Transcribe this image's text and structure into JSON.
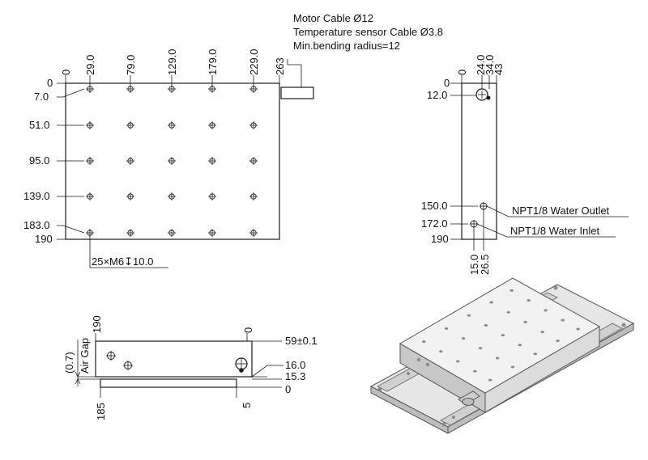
{
  "top_view": {
    "notes": [
      "Motor Cable Ø12",
      "Temperature sensor Cable Ø3.8",
      "Min.bending radius=12"
    ],
    "x_labels": [
      "0",
      "29.0",
      "79.0",
      "129.0",
      "179.0",
      "229.0",
      "263"
    ],
    "y_labels": [
      "0",
      "7.0",
      "51.0",
      "95.0",
      "139.0",
      "183.0",
      "190"
    ],
    "hole_note": "25×M6↧10.0"
  },
  "side_view": {
    "x_labels": [
      "0",
      "24.0",
      "34.0",
      "43"
    ],
    "y_labels": [
      "0",
      "12.0",
      "150.0",
      "172.0",
      "190"
    ],
    "bottom_labels": [
      "15.0",
      "26.5"
    ],
    "outlet_label": "NPT1/8 Water Outlet",
    "inlet_label": "NPT1/8 Water Inlet"
  },
  "front_view": {
    "top_labels": [
      "190",
      "0"
    ],
    "bottom_labels": [
      "185",
      "5"
    ],
    "right_labels": [
      "59±0.1",
      "16.0",
      "15.3",
      "0"
    ],
    "gap_value": "(0.7)",
    "gap_label": "Air Gap"
  },
  "iso_view": {
    "description_icon": "linear-motor-3d-icon"
  }
}
